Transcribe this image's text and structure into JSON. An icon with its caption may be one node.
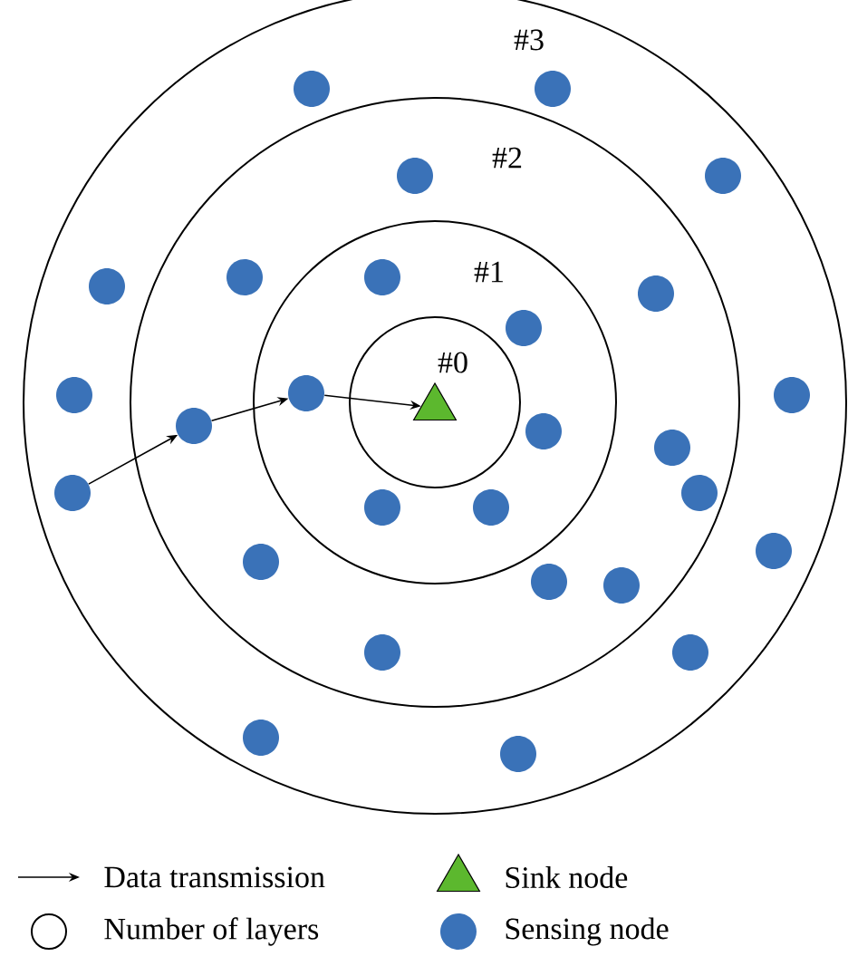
{
  "diagram": {
    "nodes": [
      {
        "text": [
          "#3"
        ]
      },
      {
        "text": [
          "#2"
        ],
        "in": 0
      },
      {
        "text": [
          "#1"
        ],
        "in": 1
      },
      {
        "text": [
          "#0"
        ],
        "in": 2
      },
      {
        "text": [],
        "shape": "circle",
        "in": 0
      },
      {
        "text": [],
        "shape": "circle",
        "in": 0
      },
      {
        "text": [],
        "shape": "circle",
        "in": 1
      },
      {
        "text": [],
        "shape": "circle",
        "in": 0
      },
      {
        "text": [],
        "shape": "circle",
        "in": 1
      },
      {
        "text": [],
        "shape": "circle",
        "in": 2
      },
      {
        "text": [],
        "shape": "circle",
        "in": 0
      },
      {
        "text": [],
        "shape": "circle",
        "in": 1
      },
      {
        "text": [],
        "shape": "circle",
        "in": 2
      },
      {
        "text": [],
        "shape": "circle",
        "in": 2
      },
      {
        "text": [],
        "shape": "circle",
        "in": 0
      },
      {
        "text": [],
        "shape": "circle",
        "in": 0
      },
      {
        "text": [],
        "shape": "circle",
        "in": 1
      },
      {
        "text": [],
        "shape": "circle",
        "in": 2
      },
      {
        "text": [],
        "shape": "circle",
        "in": 1
      },
      {
        "text": [],
        "shape": "circle",
        "in": 0
      },
      {
        "text": [],
        "shape": "circle",
        "in": 1
      },
      {
        "text": [],
        "shape": "circle",
        "in": 2
      },
      {
        "text": [],
        "shape": "circle",
        "in": 2
      },
      {
        "text": [],
        "shape": "circle",
        "in": 0
      },
      {
        "text": [],
        "shape": "circle",
        "in": 1
      },
      {
        "text": [],
        "shape": "circle",
        "in": 1
      },
      {
        "text": [],
        "shape": "circle",
        "in": 1
      },
      {
        "text": [],
        "shape": "circle",
        "in": 1
      },
      {
        "text": [],
        "shape": "circle",
        "in": 0
      },
      {
        "text": [],
        "shape": "circle",
        "in": 0
      },
      {
        "text": [],
        "shape": "circle",
        "in": 0
      },
      {
        "text": [],
        "shape": "triangle",
        "in": 3
      }
    ],
    "edges": [
      {
        "from": 19,
        "to": 16,
        "arrow": "to"
      },
      {
        "from": 16,
        "to": 13,
        "arrow": "to"
      },
      {
        "from": 13,
        "to": 31,
        "arrow": "to"
      }
    ],
    "legend": [
      {
        "text": "Data transmission"
      },
      {
        "text": "Sink node"
      },
      {
        "text": "Number of layers"
      },
      {
        "text": "Sensing node"
      }
    ]
  }
}
